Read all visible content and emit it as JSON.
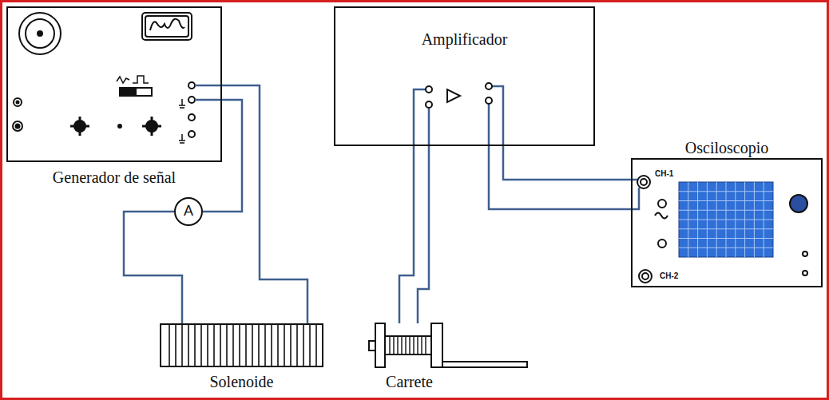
{
  "diagram": {
    "nodes": [
      {
        "text": [
          "Generador de señal"
        ]
      },
      {
        "text": [
          "Amplificador"
        ]
      },
      {
        "text": [
          "Osciloscopio"
        ]
      },
      {
        "text": [
          "A"
        ]
      },
      {
        "text": [
          "Solenoide"
        ]
      },
      {
        "text": [
          "Carrete"
        ]
      }
    ],
    "edges": [
      {
        "from": 0,
        "to": 3,
        "arrow": "none"
      },
      {
        "from": 3,
        "to": 4,
        "arrow": "none"
      },
      {
        "from": 0,
        "to": 4,
        "arrow": "none"
      },
      {
        "from": 5,
        "to": 1,
        "arrow": "none"
      },
      {
        "from": 5,
        "to": 1,
        "arrow": "none"
      },
      {
        "from": 1,
        "to": 2,
        "arrow": "none"
      },
      {
        "from": 1,
        "to": 2,
        "arrow": "none"
      }
    ],
    "labels": [
      "CH-1",
      "CH-2"
    ]
  }
}
